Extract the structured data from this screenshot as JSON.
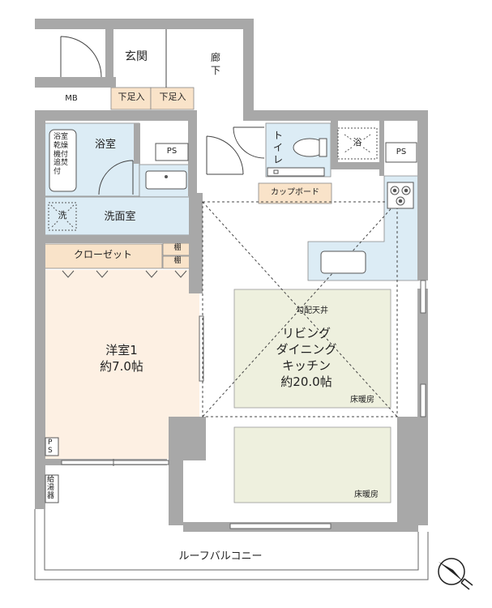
{
  "rooms": {
    "entrance": "玄関",
    "corridor": "廊下",
    "shoe_box_1": "下足入",
    "shoe_box_2": "下足入",
    "meter_box": "MB",
    "bathroom": "浴室",
    "reheat_dryer": "浴室乾燥機付 追焚付",
    "ps_bath": "PS",
    "toilet": "トイレ",
    "bath_mark": "浴",
    "ps_kitchen": "PS",
    "cupboard": "カップボード",
    "washer_mark": "洗",
    "washroom": "洗面室",
    "closet": "クローゼット",
    "shelf_1": "棚",
    "shelf_2": "棚",
    "bedroom_name": "洋室1",
    "bedroom_size": "約7.0帖",
    "sloped_ceiling": "勾配天井",
    "ldk_line1": "リビング",
    "ldk_line2": "ダイニング",
    "ldk_line3": "キッチン",
    "ldk_size": "約20.0帖",
    "floor_heating_1": "床暖房",
    "floor_heating_2": "床暖房",
    "ps_bedroom": "PS",
    "water_heater": "給湯器",
    "roof_balcony": "ルーフバルコニー"
  },
  "colors": {
    "wall": "#a8a8a8",
    "wet_area": "#dcecf5",
    "wood_storage": "#f9e3c9",
    "bedroom_floor": "#fdf0e3",
    "floor_heating": "#eef0de"
  },
  "icons": [
    "north-arrow-icon",
    "stove-icon",
    "sink-icon",
    "toilet-icon",
    "door-swing-icon"
  ]
}
